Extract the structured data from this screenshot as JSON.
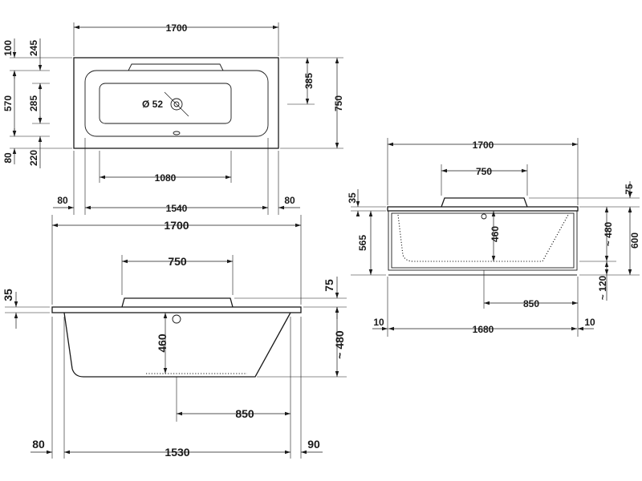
{
  "top_view": {
    "overall_width": "1700",
    "overall_depth": "750",
    "rim_top": "100",
    "rim_top_inner": "245",
    "basin_depth": "570",
    "basin_inner": "285",
    "rim_bottom": "80",
    "rim_bottom_inner": "220",
    "offset_to_drain": "385",
    "drain_diameter": "Ø 52",
    "basin_bottom_length": "1080",
    "basin_length": "1540",
    "rim_left": "80",
    "rim_right": "80"
  },
  "front_view": {
    "overall_length": "1700",
    "backrest_length": "750",
    "rim_thickness": "35",
    "backrest_height": "75",
    "inner_depth": "460",
    "total_depth": "~ 480",
    "drain_offset": "850",
    "foot_left": "80",
    "base_length": "1530",
    "foot_right": "90"
  },
  "side_view": {
    "overall_length": "1700",
    "backrest_length": "750",
    "rim_thickness": "35",
    "backrest_height": "75",
    "panel_height": "565",
    "inner_depth": "460",
    "tub_depth": "~ 480",
    "total_height": "600",
    "feet_height": "~ 120",
    "drain_offset": "850",
    "panel_left_inset": "10",
    "panel_length": "1680",
    "panel_right_inset": "10"
  }
}
